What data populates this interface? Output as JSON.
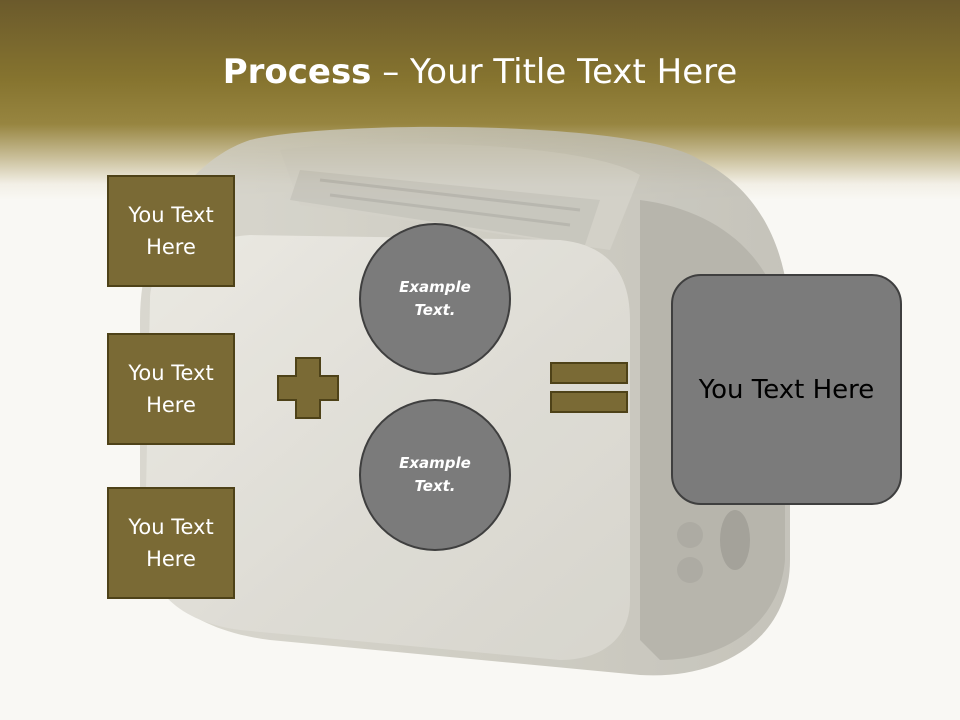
{
  "slide": {
    "title_bold": "Process",
    "title_rest": " – Your Title Text Here"
  },
  "left_boxes": [
    {
      "label": "You Text Here"
    },
    {
      "label": "You Text Here"
    },
    {
      "label": "You Text Here"
    }
  ],
  "circles": [
    {
      "label": "Example Text."
    },
    {
      "label": "Example Text."
    }
  ],
  "operators": {
    "plus_icon": "plus-icon",
    "equals_icon": "equals-icon"
  },
  "result": {
    "label": "You Text Here"
  },
  "colors": {
    "brand_olive": "#7a6a35",
    "brand_border": "#4e4218",
    "circle_gray": "#7b7b7b",
    "header_top": "#6b5a2c"
  }
}
